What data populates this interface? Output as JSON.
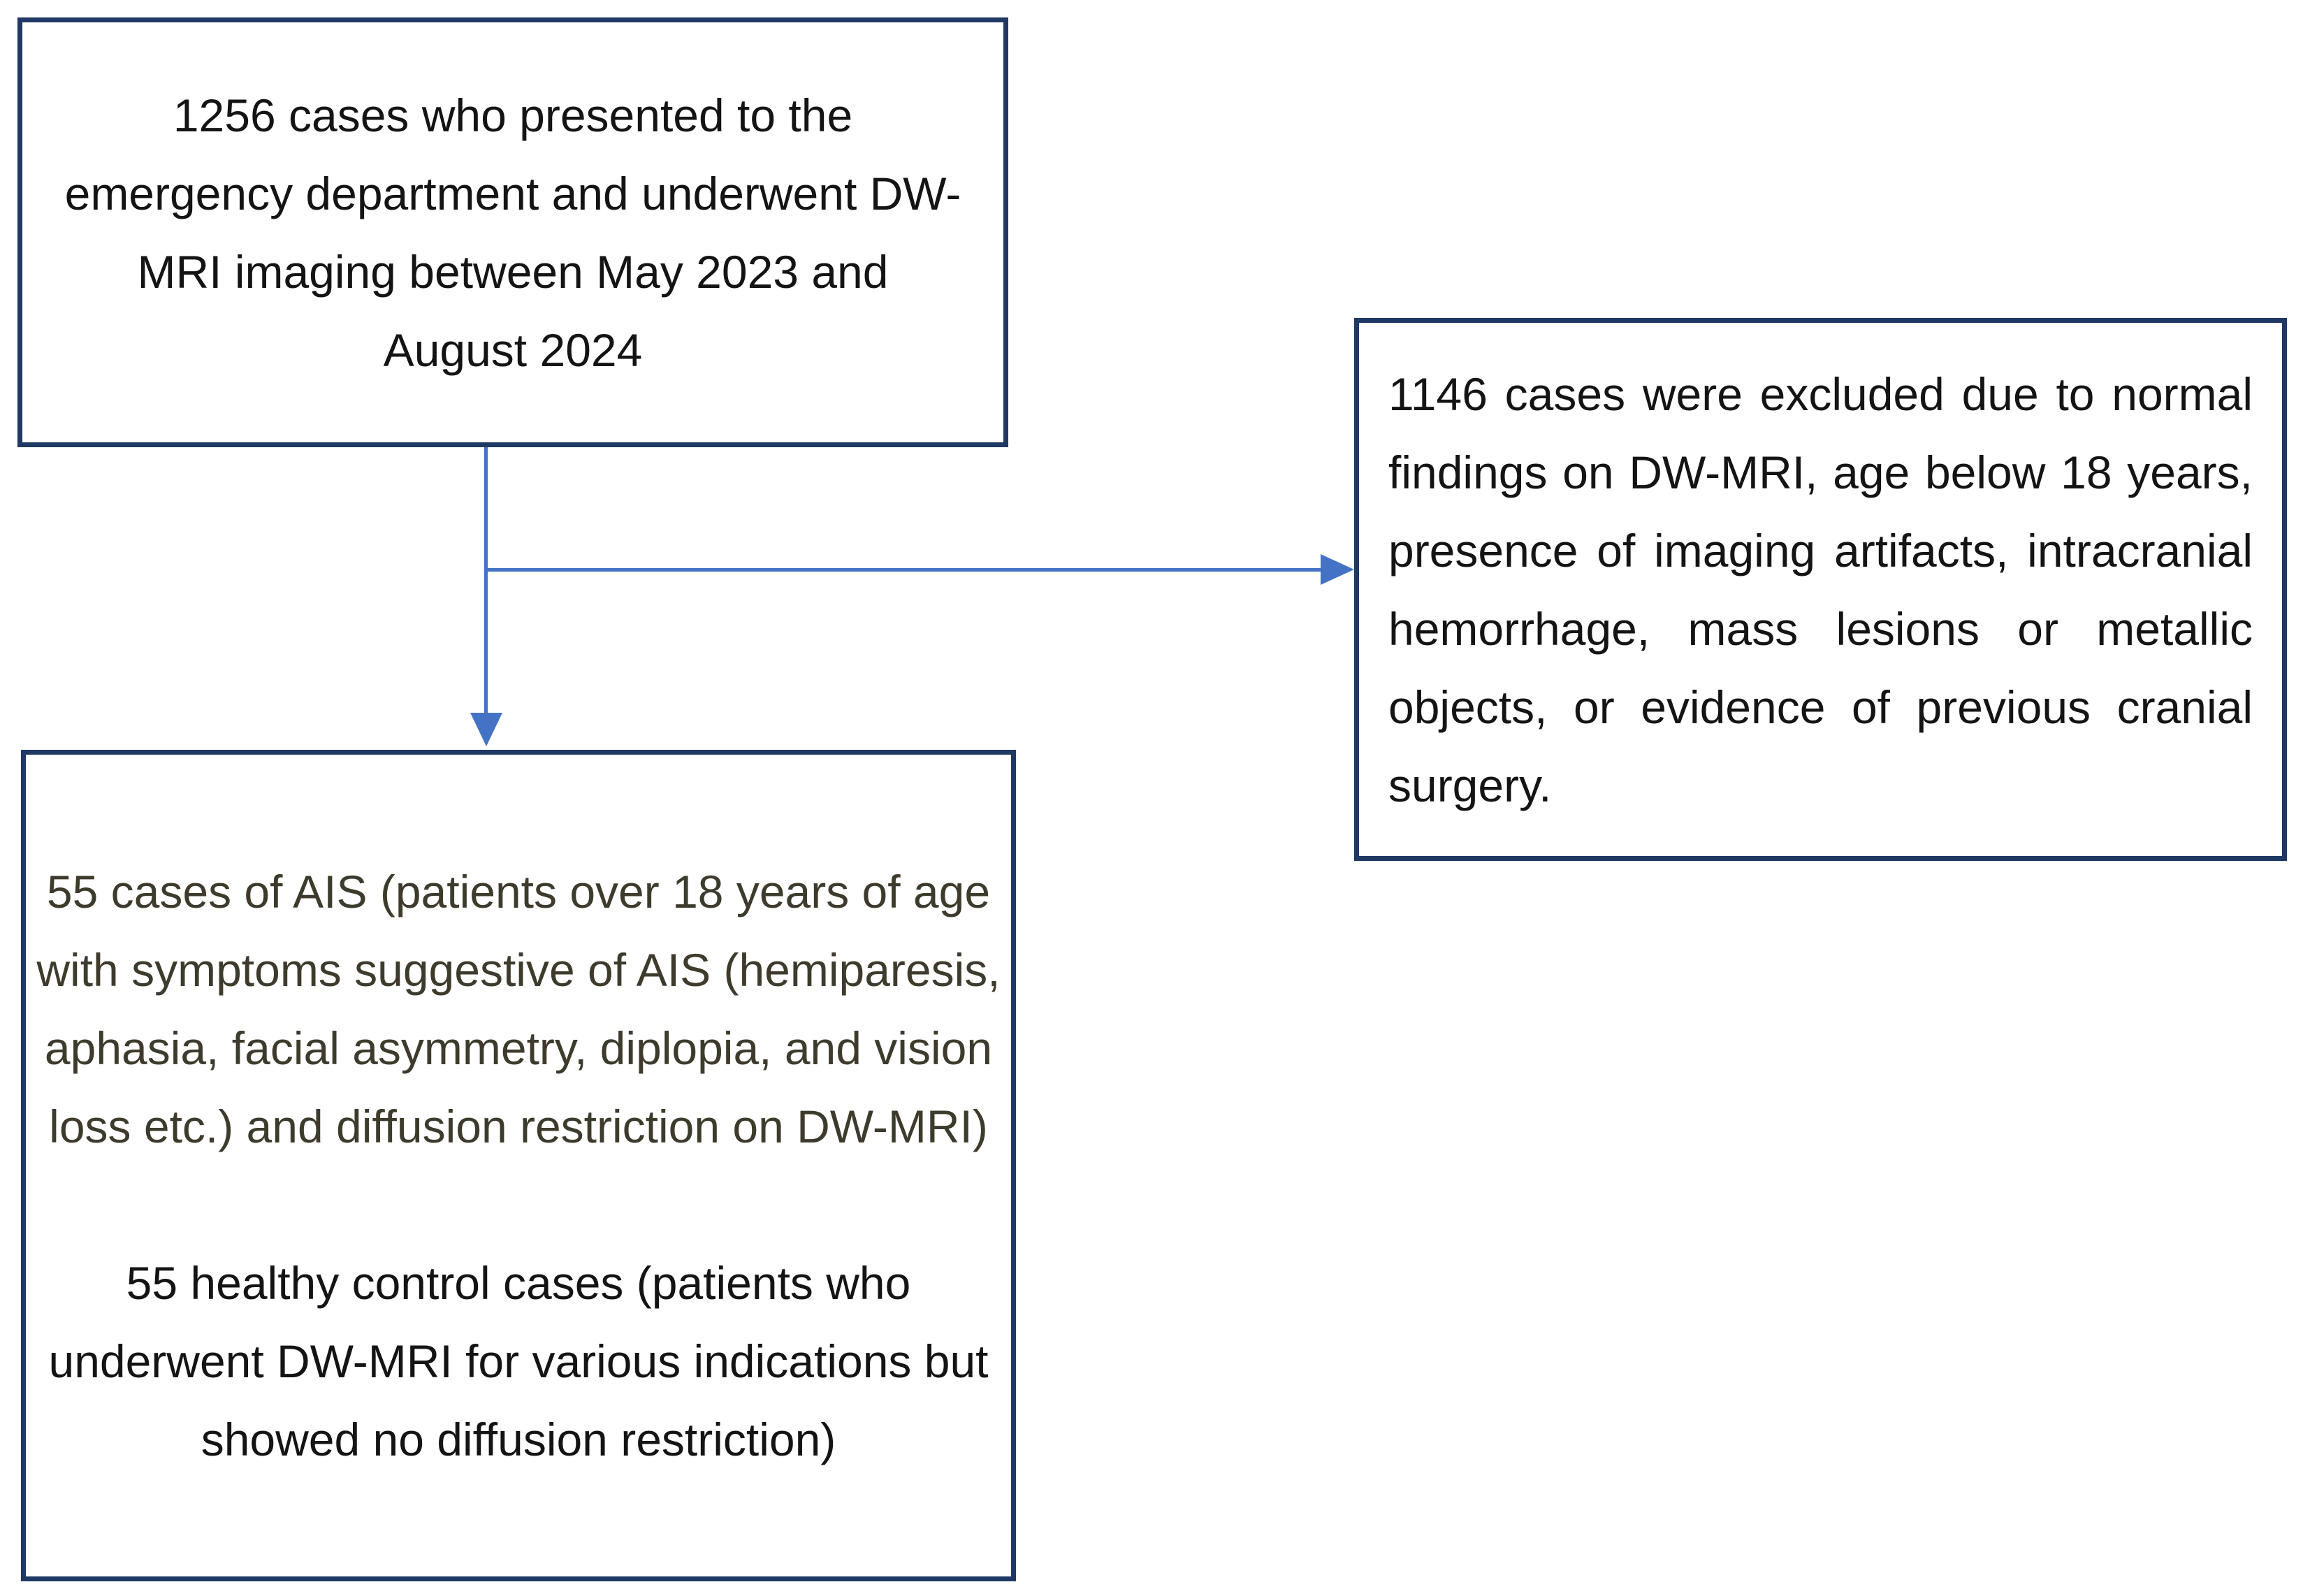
{
  "flowchart": {
    "colors": {
      "box_border": "#203864",
      "box_fill": "#ffffff",
      "arrow": "#4472c4",
      "text_primary": "#141414",
      "text_olive": "#3e3b2d"
    },
    "nodes": {
      "initial": {
        "text": "1256 cases who presented to the emergency department and underwent DW-MRI imaging between May 2023 and August 2024"
      },
      "excluded": {
        "text": "1146 cases were excluded due to normal findings on DW-MRI, age below 18 years, presence of imaging artifacts, intracranial hemorrhage, mass lesions or metallic objects, or evidence of previous cranial surgery."
      },
      "included": {
        "paragraph_ais": "55 cases of AIS (patients over 18 years of age with symptoms suggestive of AIS (hemiparesis, aphasia, facial asymmetry, diplopia, and vision loss etc.) and diffusion restriction on DW-MRI)",
        "paragraph_controls": "55 healthy control cases (patients who underwent DW-MRI for various indications but showed no diffusion restriction)"
      }
    }
  }
}
